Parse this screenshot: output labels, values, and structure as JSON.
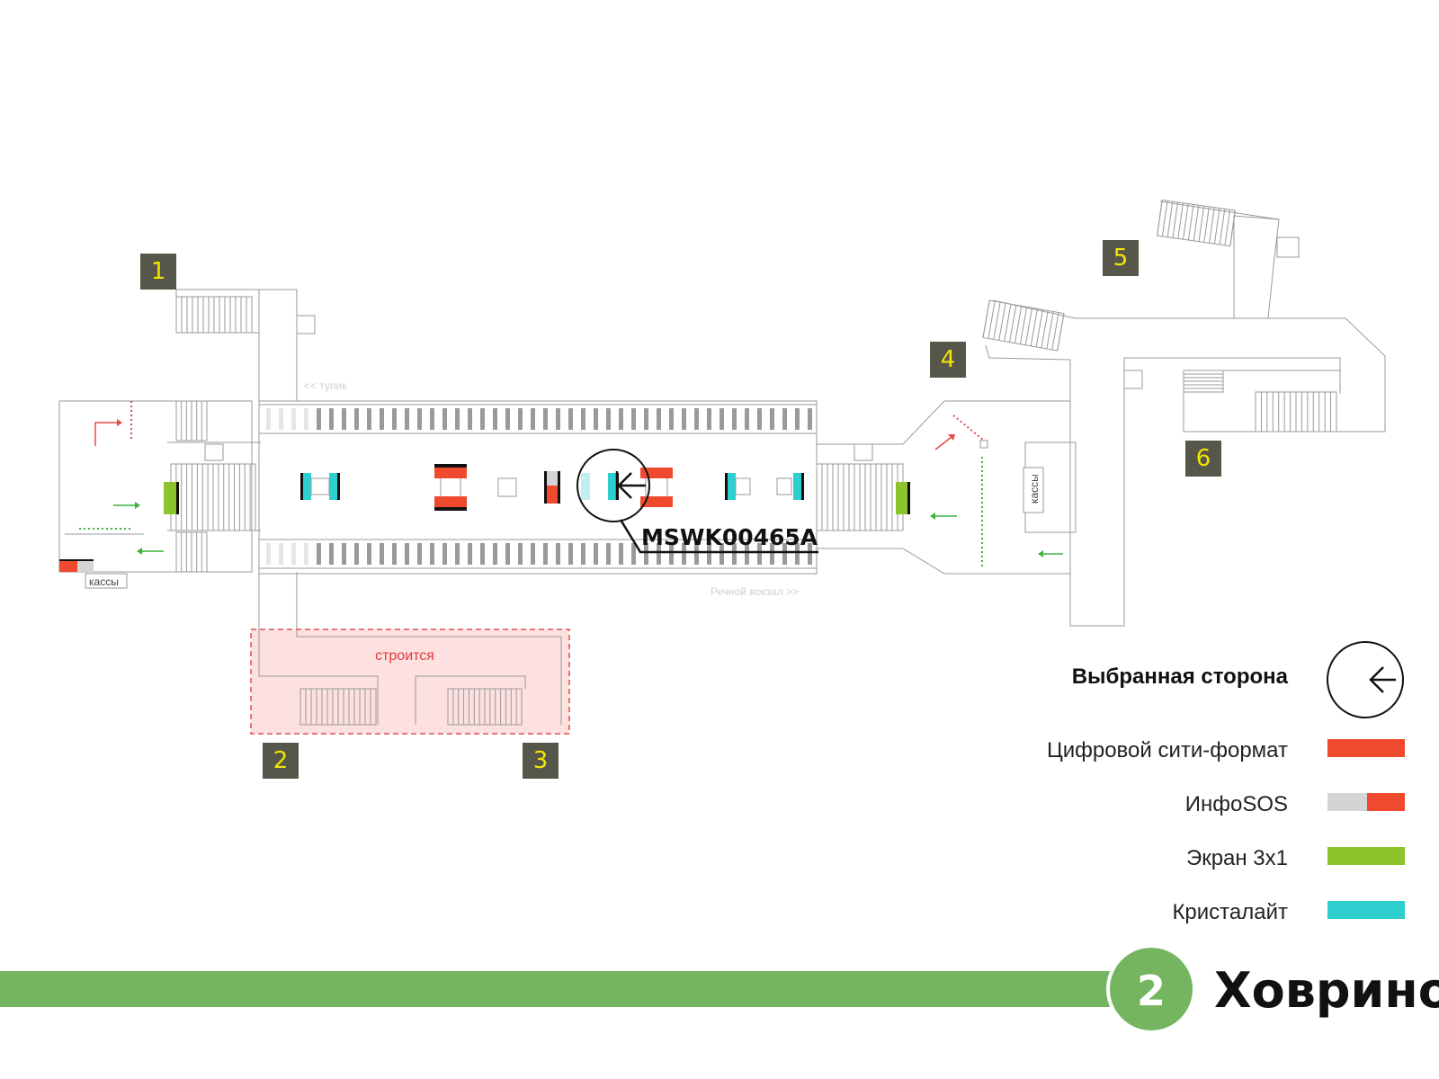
{
  "map": {
    "exits": [
      "1",
      "2",
      "3",
      "4",
      "5",
      "6"
    ],
    "direction_left": "<< тупик",
    "direction_right": "Речной вокзал >>",
    "ticket_office_left": "кассы",
    "ticket_office_right": "кассы",
    "under_construction": "строится",
    "selected_code": "MSWK00465A",
    "selected_side_icon": "arrow-left-icon"
  },
  "legend": {
    "selected_side": "Выбранная сторона",
    "items": [
      {
        "label": "Цифровой сити-формат",
        "colors": [
          "#f04a2e"
        ]
      },
      {
        "label": "ИнфоSOS",
        "colors": [
          "#d4d4d4",
          "#f04a2e"
        ]
      },
      {
        "label": "Экран 3x1",
        "colors": [
          "#8cc42a"
        ]
      },
      {
        "label": "Кристалайт",
        "colors": [
          "#2ecfcf"
        ]
      }
    ]
  },
  "line": {
    "number": "2",
    "station": "Ховрино",
    "color": "#76b560"
  },
  "colors": {
    "city_format": "#f04a2e",
    "info_sos_grey": "#d4d4d4",
    "screen": "#8cc42a",
    "crystalight": "#2ecfcf",
    "exit_box": "#56564a",
    "exit_text": "#f2e600",
    "construction_fill": "#fde0e0",
    "construction_stroke": "#e05050"
  }
}
